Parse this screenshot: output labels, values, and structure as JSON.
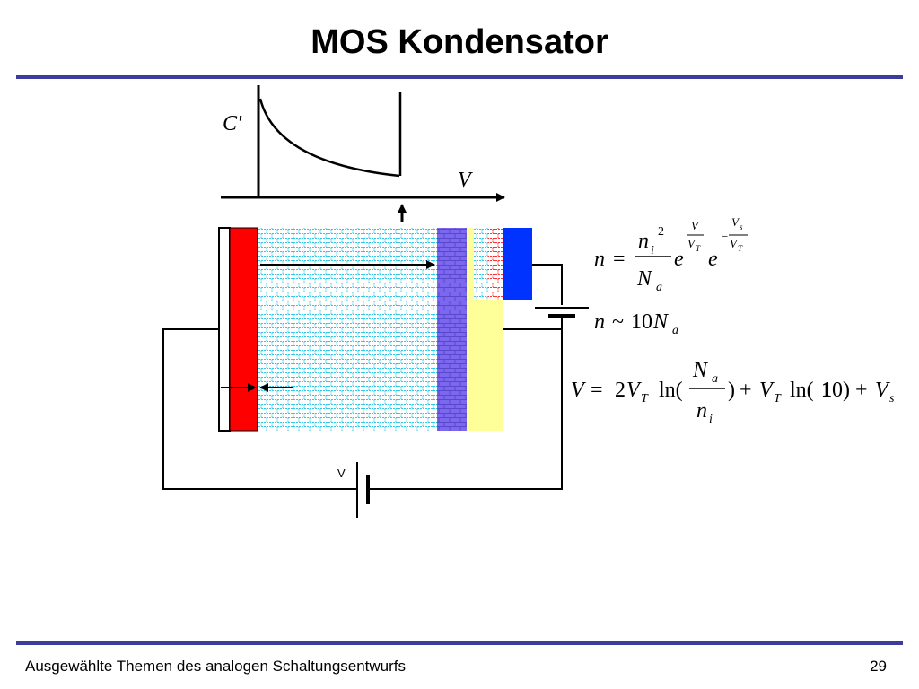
{
  "slide": {
    "title": "MOS Kondensator",
    "footer": "Ausgewählte Themen des analogen Schaltungsentwurfs",
    "page_number": "29"
  },
  "plot": {
    "y_label": "C'",
    "x_label": "V"
  },
  "circuit": {
    "battery_label": "V"
  },
  "equations": {
    "eq1": "n = (n_i^2 / N_a) · e^(V/V_T) · e^(−V_s/V_T)",
    "eq2": "n ~ 10N_a",
    "eq3": "V = 2V_T ln(N_a / n_i) + V_T ln(10) + V_s"
  },
  "colors": {
    "gate": "#ff0000",
    "oxide_pattern": "#33c8e8",
    "depletion": "#7b68ee",
    "inversion": "#ffff99",
    "contact": "#0033ff",
    "dashed_red": "#ff3333",
    "rule": "#3b3c9b"
  }
}
